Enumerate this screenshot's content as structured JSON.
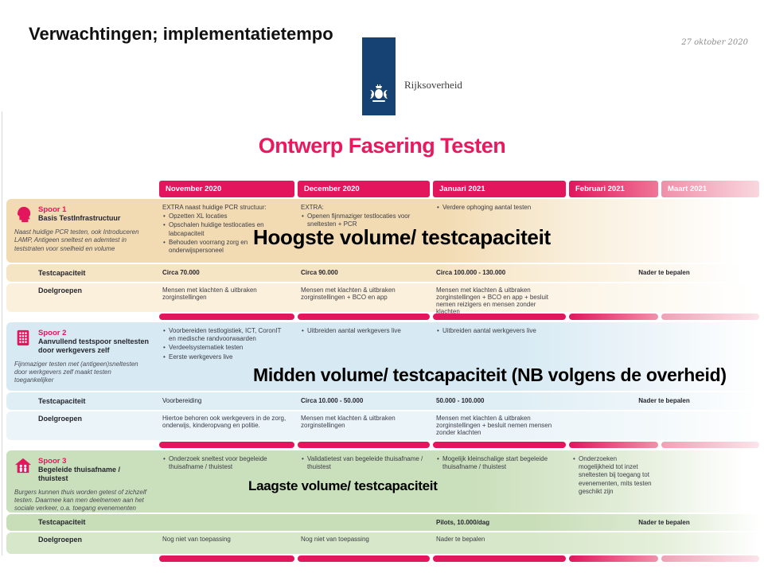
{
  "slide": {
    "title": "Verwachtingen; implementatietempo",
    "date": "27 oktober 2020",
    "logo_text": "Rijksoverheid",
    "chart_title": "Ontwerp Fasering Testen"
  },
  "colors": {
    "accent_pink": "#E3155D",
    "logo_blue": "#154273",
    "spoor1_bg": "#F2DBB2",
    "spoor2_bg": "#D7EAF3",
    "spoor3_bg": "#CADFBB"
  },
  "overlays": {
    "spoor1": "Hoogste volume/ testcapaciteit",
    "spoor2": "Midden volume/ testcapaciteit (NB volgens de overheid)",
    "spoor3": "Laagste volume/ testcapaciteit"
  },
  "months": [
    "November 2020",
    "December 2020",
    "Januari 2021",
    "Februari 2021",
    "Maart 2021"
  ],
  "row_labels": {
    "testcapaciteit": "Testcapaciteit",
    "doelgroepen": "Doelgroepen"
  },
  "sections": [
    {
      "id": "spoor1",
      "icon": "head-icon",
      "title": "Spoor 1",
      "subtitle": "Basis TestInfrastructuur",
      "description": "Naast huidige PCR testen, ook Introduceren LAMP, Antigeen sneltest en ademtest in teststraten voor snelheid en volume",
      "cells": {
        "nov": {
          "intro": "EXTRA naast huidige PCR structuur:",
          "bullets": [
            "Opzetten XL locaties",
            "Opschalen huidige testlocaties en labcapaciteit",
            "Behouden voorrang zorg en onderwijspersoneel"
          ]
        },
        "dec": {
          "intro": "EXTRA:",
          "bullets": [
            "Openen fijnmaziger testlocaties voor sneltesten + PCR"
          ]
        },
        "jan": {
          "bullets": [
            "Verdere ophoging aantal testen"
          ]
        }
      },
      "testcapaciteit": {
        "nov": "Circa 70.000",
        "dec": "Circa 90.000",
        "jan": "Circa 100.000 - 130.000",
        "feb_maart": "Nader te bepalen"
      },
      "doelgroepen": {
        "nov": "Mensen met klachten & uitbraken zorginstellingen",
        "dec": "Mensen met klachten & uitbraken zorginstellingen + BCO en app",
        "jan": "Mensen met klachten & uitbraken zorginstellingen + BCO en app + besluit nemen reizigers en mensen zonder klachten"
      }
    },
    {
      "id": "spoor2",
      "icon": "building-icon",
      "title": "Spoor 2",
      "subtitle": "Aanvullend testspoor sneltesten door werkgevers zelf",
      "description": "Fijnmaziger testen met (antigeen)sneltesten door werkgevers zelf maakt testen toegankelijker",
      "cells": {
        "nov": {
          "bullets": [
            "Voorbereiden testlogistiek, ICT, CoronIT en medische randvoorwaarden",
            "Verdeelsystematiek testen",
            "Eerste werkgevers live"
          ]
        },
        "dec": {
          "bullets": [
            "Uitbreiden aantal werkgevers live"
          ]
        },
        "jan": {
          "bullets": [
            "Uitbreiden aantal werkgevers live"
          ]
        }
      },
      "testcapaciteit": {
        "nov": "Voorbereiding",
        "dec": "Circa 10.000 - 50.000",
        "jan": "50.000 - 100.000",
        "feb_maart": "Nader te bepalen"
      },
      "doelgroepen": {
        "nov": "Hiertoe behoren ook werkgevers in de zorg, onderwijs, kinderopvang en politie.",
        "dec": "Mensen met klachten & uitbraken zorginstellingen",
        "jan": "Mensen met klachten & uitbraken zorginstellingen + besluit nemen mensen zonder klachten"
      }
    },
    {
      "id": "spoor3",
      "icon": "house-icon",
      "title": "Spoor 3",
      "subtitle": "Begeleide thuisafname / thuistest",
      "description": "Burgers kunnen thuis worden getest of zichzelf testen. Daarmee kan men deelnemen aan het sociale verkeer, o.a. toegang evenementen",
      "cells": {
        "nov": {
          "bullets": [
            "Onderzoek sneltest voor begeleide thuisafname / thuistest"
          ]
        },
        "dec": {
          "bullets": [
            "Validatietest van begeleide thuisafname / thuistest"
          ]
        },
        "jan": {
          "bullets": [
            "Mogelijk kleinschalige start begeleide thuisafname / thuistest"
          ]
        },
        "feb": {
          "bullets": [
            "Onderzoeken mogelijkheid tot inzet sneltesten bij toegang tot evenementen, mits testen geschikt zijn"
          ]
        }
      },
      "testcapaciteit": {
        "jan": "Pilots, 10.000/dag",
        "feb_maart": "Nader te bepalen"
      },
      "doelgroepen": {
        "nov": "Nog niet van toepassing",
        "dec": "Nog niet van toepassing",
        "jan": "Nader te bepalen"
      }
    }
  ]
}
